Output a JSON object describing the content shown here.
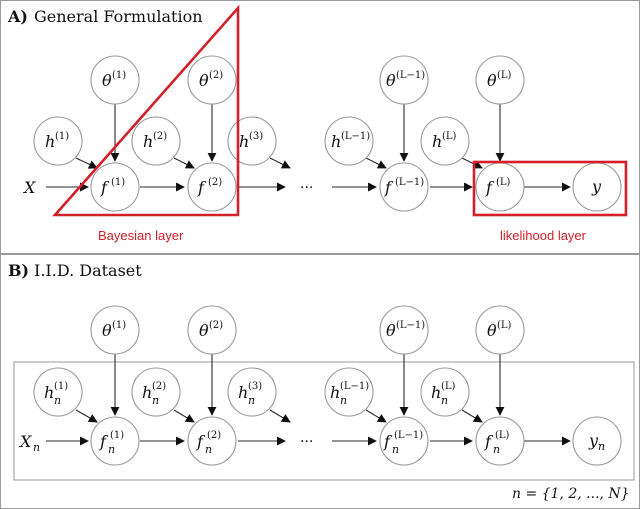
{
  "panel_a": {
    "letter": "A)",
    "title": "General Formulation",
    "bayesian_label": "Bayesian layer",
    "likelihood_label": "likelihood layer",
    "input": "X",
    "theta": [
      "θ",
      "θ",
      "θ",
      "θ"
    ],
    "theta_sup": [
      "(1)",
      "(2)",
      "(L−1)",
      "(L)"
    ],
    "h": [
      "h",
      "h",
      "h",
      "h",
      "h"
    ],
    "h_sup": [
      "(1)",
      "(2)",
      "(3)",
      "(L−1)",
      "(L)"
    ],
    "f": [
      "f",
      "f",
      "f",
      "f"
    ],
    "f_sup": [
      "(1)",
      "(2)",
      "(L−1)",
      "(L)"
    ],
    "output": "y",
    "ellipsis": "···"
  },
  "panel_b": {
    "letter": "B)",
    "title": "I.I.D. Dataset",
    "input": "X",
    "input_sub": "n",
    "theta": [
      "θ",
      "θ",
      "θ",
      "θ"
    ],
    "theta_sup": [
      "(1)",
      "(2)",
      "(L−1)",
      "(L)"
    ],
    "h": [
      "h",
      "h",
      "h",
      "h",
      "h"
    ],
    "h_sup": [
      "(1)",
      "(2)",
      "(3)",
      "(L−1)",
      "(L)"
    ],
    "h_sub": "n",
    "f": [
      "f",
      "f",
      "f",
      "f"
    ],
    "f_sup": [
      "(1)",
      "(2)",
      "(L−1)",
      "(L)"
    ],
    "f_sub": "n",
    "output": "y",
    "output_sub": "n",
    "ellipsis": "···",
    "plate_label": "n = {1, 2, ..., N}"
  },
  "colors": {
    "accent_red": "#d4202a",
    "node_stroke": "#9a9a9a",
    "edge": "#2a2a2a"
  }
}
